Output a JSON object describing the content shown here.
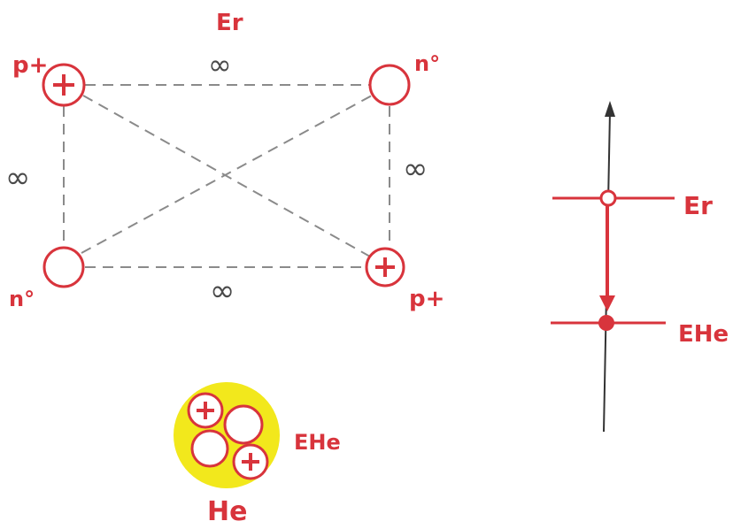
{
  "colors": {
    "red": "#d8343c",
    "dash_grey": "#8a8a8a",
    "axis_dark": "#333333",
    "yellow": "#f2e81c"
  },
  "top_label": "Er",
  "nucleons": {
    "p_top_left": "p+",
    "n_top_right": "n°",
    "n_bottom_left": "n°",
    "p_bottom_right": "p+"
  },
  "distances": {
    "top": "∞",
    "left": "∞",
    "right": "∞",
    "bottom": "∞"
  },
  "helium": {
    "energy_label": "EHe",
    "name": "He"
  },
  "energy_diagram": {
    "upper_level": "Er",
    "lower_level": "EHe"
  }
}
